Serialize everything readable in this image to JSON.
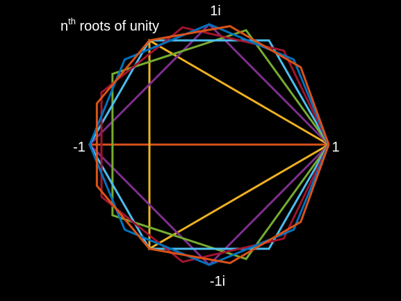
{
  "title": {
    "base": "n",
    "sup": "th",
    "rest": " roots of unity"
  },
  "axis_labels": {
    "top": "1i",
    "bottom": "-1i",
    "left": "-1",
    "right": "1"
  },
  "chart_data": {
    "type": "diagram",
    "description_of_polygons": "regular polygons inscribed in unit circle, one vertex at 1",
    "polygons": [
      {
        "n": 2,
        "color": "#d95319"
      },
      {
        "n": 3,
        "color": "#edb120"
      },
      {
        "n": 4,
        "color": "#7e2f8e"
      },
      {
        "n": 5,
        "color": "#77ac30"
      },
      {
        "n": 6,
        "color": "#4dbeee"
      },
      {
        "n": 7,
        "color": "#a2142f"
      },
      {
        "n": 8,
        "color": "#0072bd"
      },
      {
        "n": 9,
        "color": "#d95319"
      }
    ]
  }
}
